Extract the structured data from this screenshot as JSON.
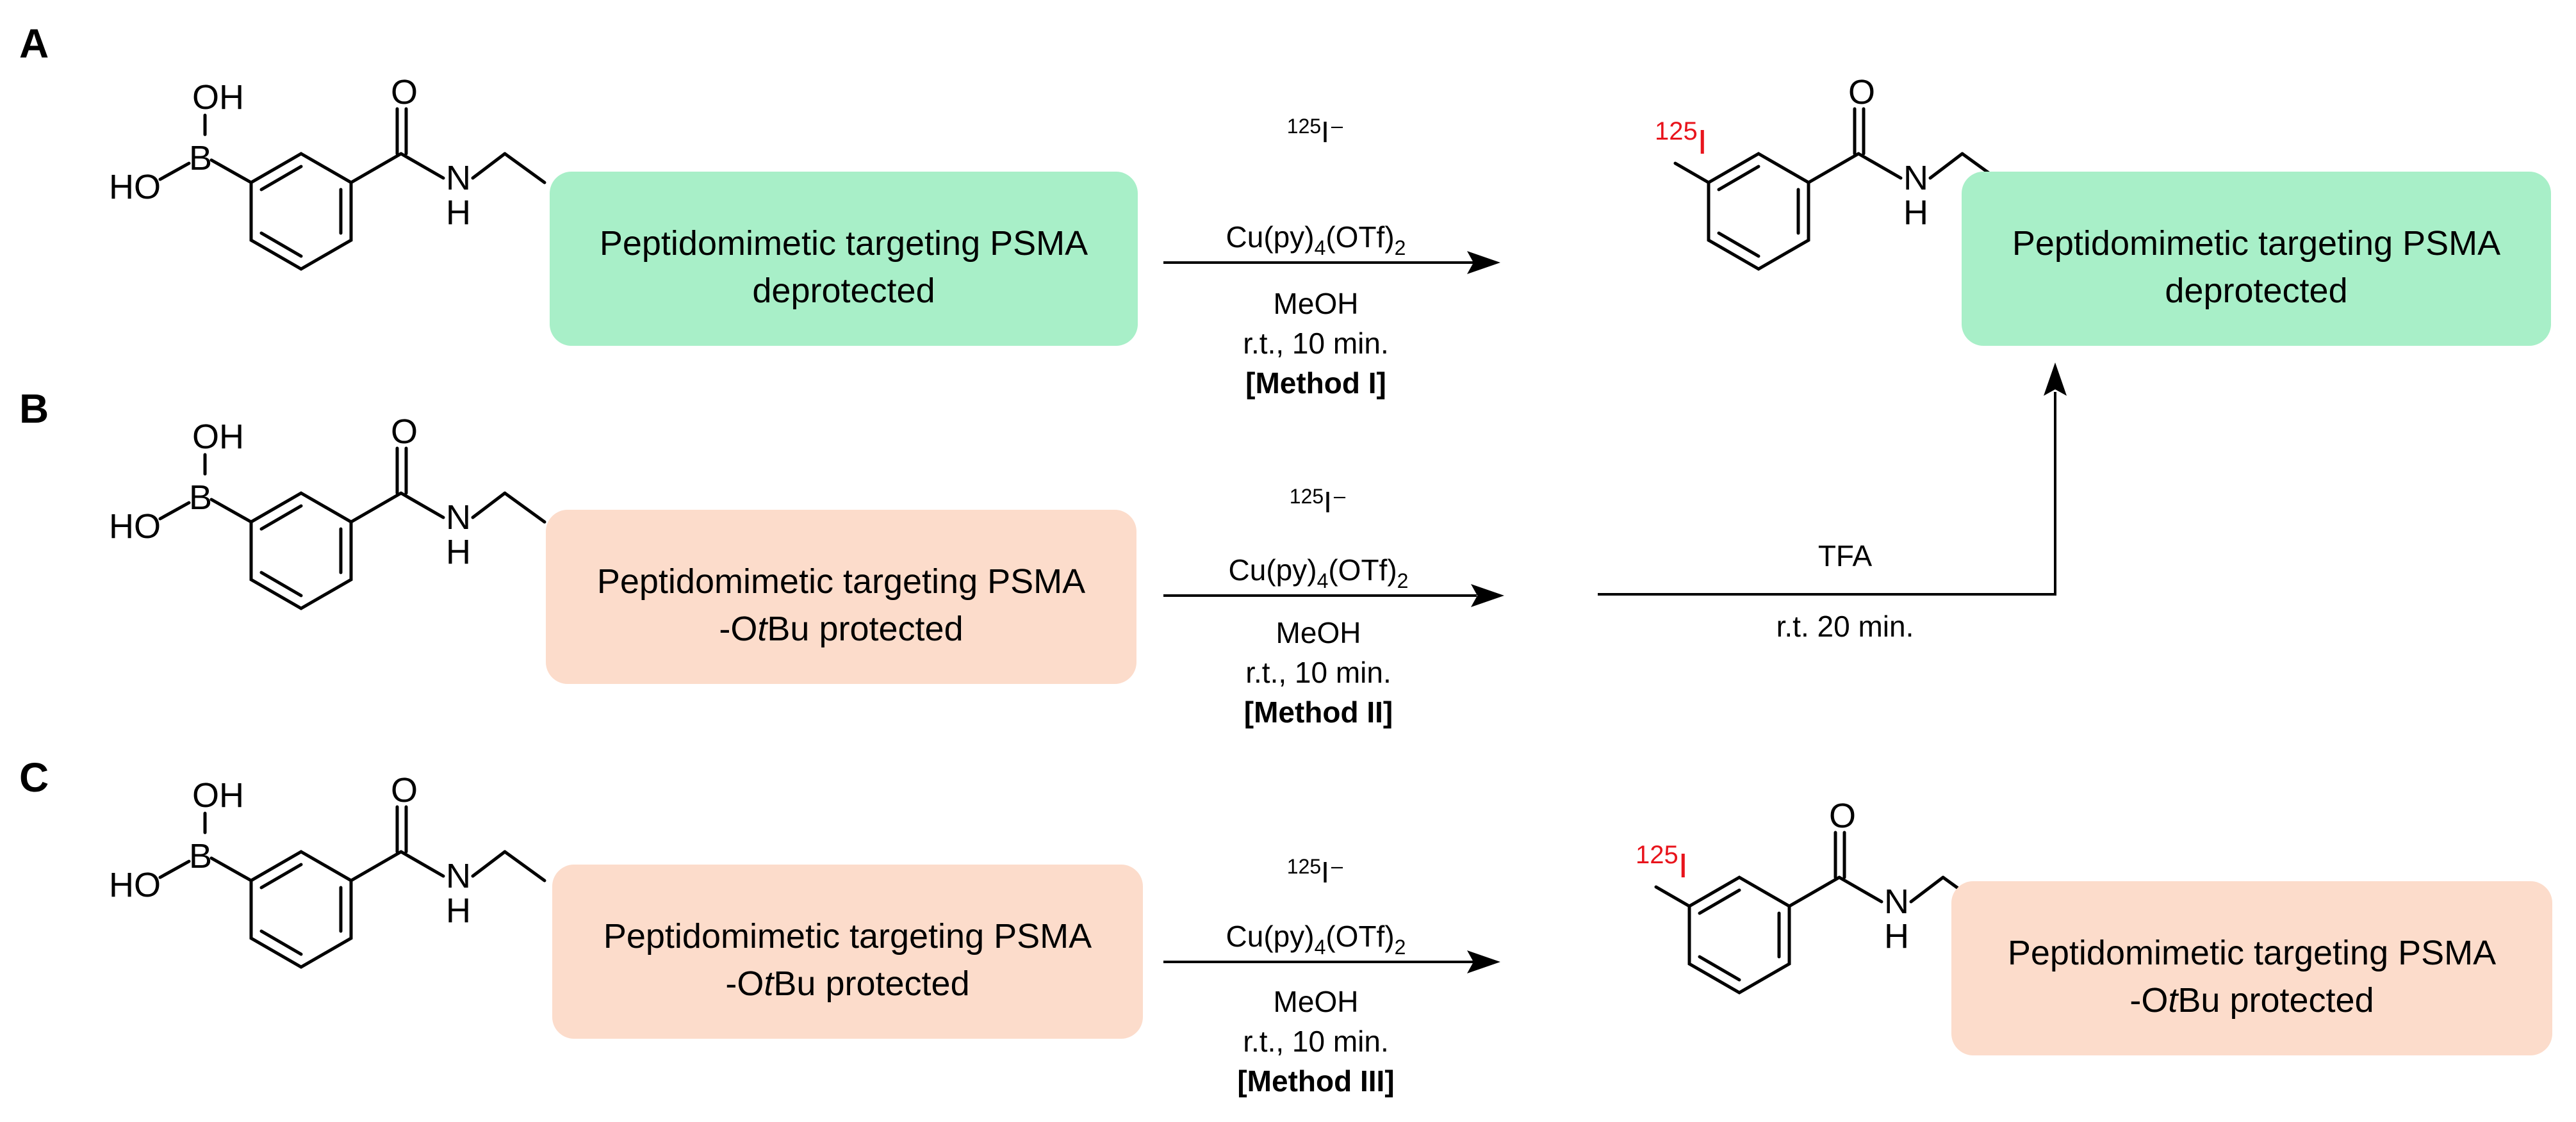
{
  "panels": [
    {
      "label": "A",
      "reactant_box_line1": "Peptidomimetic targeting PSMA",
      "reactant_box_line2": "deprotected",
      "reagent_line1": "125",
      "reagent_line1_suffix": "I⁻",
      "reagent_line2": "Cu(py)",
      "reagent_line2_sub": "4",
      "reagent_line2_tail": "(OTf)",
      "reagent_line2_sub2": "2",
      "solvent": "MeOH",
      "time": "r.t., 10 min.",
      "method": "[Method I]",
      "product_box_line1": "Peptidomimetic targeting PSMA",
      "product_box_line2": "deprotected"
    },
    {
      "label": "B",
      "reactant_box_line1": "Peptidomimetic targeting PSMA",
      "reactant_box_line2_pre": "-O",
      "reactant_box_line2_italic": "t",
      "reactant_box_line2_post": "Bu protected",
      "reagent_line1": "125",
      "reagent_line1_suffix": "I⁻",
      "reagent_line2": "Cu(py)",
      "reagent_line2_sub": "4",
      "reagent_line2_tail": "(OTf)",
      "reagent_line2_sub2": "2",
      "solvent": "MeOH",
      "time": "r.t., 10 min.",
      "method": "[Method II]",
      "deprotect_reagent": "TFA",
      "deprotect_conditions": "r.t. 20 min."
    },
    {
      "label": "C",
      "reactant_box_line1": "Peptidomimetic targeting PSMA",
      "reactant_box_line2_pre": "-O",
      "reactant_box_line2_italic": "t",
      "reactant_box_line2_post": "Bu protected",
      "reagent_line1": "125",
      "reagent_line1_suffix": "I⁻",
      "reagent_line2": "Cu(py)",
      "reagent_line2_sub": "4",
      "reagent_line2_tail": "(OTf)",
      "reagent_line2_sub2": "2",
      "solvent": "MeOH",
      "time": "r.t., 10 min.",
      "method": "[Method III]",
      "product_box_line1": "Peptidomimetic targeting PSMA",
      "product_box_line2_pre": "-O",
      "product_box_line2_italic": "t",
      "product_box_line2_post": "Bu protected"
    }
  ],
  "atoms": {
    "oh": "OH",
    "ho": "HO",
    "boron": "B",
    "oxygen": "O",
    "nitrogen": "N",
    "hydrogen": "H",
    "iodine_mass": "125",
    "iodine": "I"
  },
  "colors": {
    "deprotected_box": "#a8efc8",
    "protected_box": "#fcdccb",
    "isotope_red": "#e8141c"
  }
}
